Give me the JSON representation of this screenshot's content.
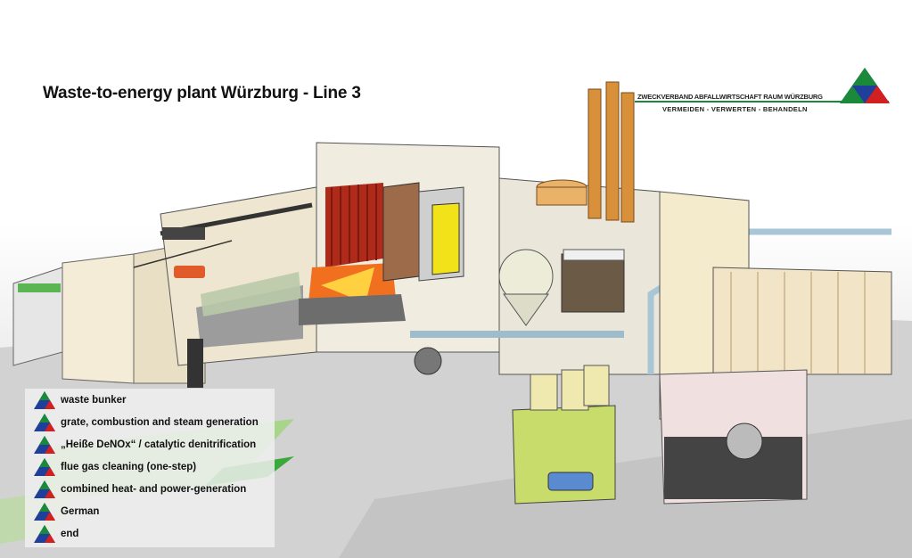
{
  "header": {
    "title": "Waste-to-energy plant Würzburg - Line 3"
  },
  "organization": {
    "name": "ZWECKVERBAND ABFALLWIRTSCHAFT RAUM WÜRZBURG",
    "motto": "VERMEIDEN  -  VERWERTEN  -  BEHANDELN",
    "logo": "triangle-logo"
  },
  "menu": {
    "items": [
      {
        "label": "waste bunker",
        "icon": "triangle-logo-icon"
      },
      {
        "label": "grate, combustion and steam generation",
        "icon": "triangle-logo-icon"
      },
      {
        "label": "„Heiße DeNOx“ / catalytic denitrification",
        "icon": "triangle-logo-icon"
      },
      {
        "label": "flue gas cleaning (one-step)",
        "icon": "triangle-logo-icon"
      },
      {
        "label": "combined heat- and power-generation",
        "icon": "triangle-logo-icon"
      },
      {
        "label": "German",
        "icon": "triangle-logo-icon"
      },
      {
        "label": "end",
        "icon": "triangle-logo-icon"
      }
    ]
  },
  "colors": {
    "logo_blue": "#1f3f9a",
    "logo_green": "#1a8a3a",
    "logo_red": "#d22020",
    "stack_orange": "#d9903a",
    "boiler_red": "#b02a1a",
    "catalyst_yellow": "#f2e21a"
  }
}
